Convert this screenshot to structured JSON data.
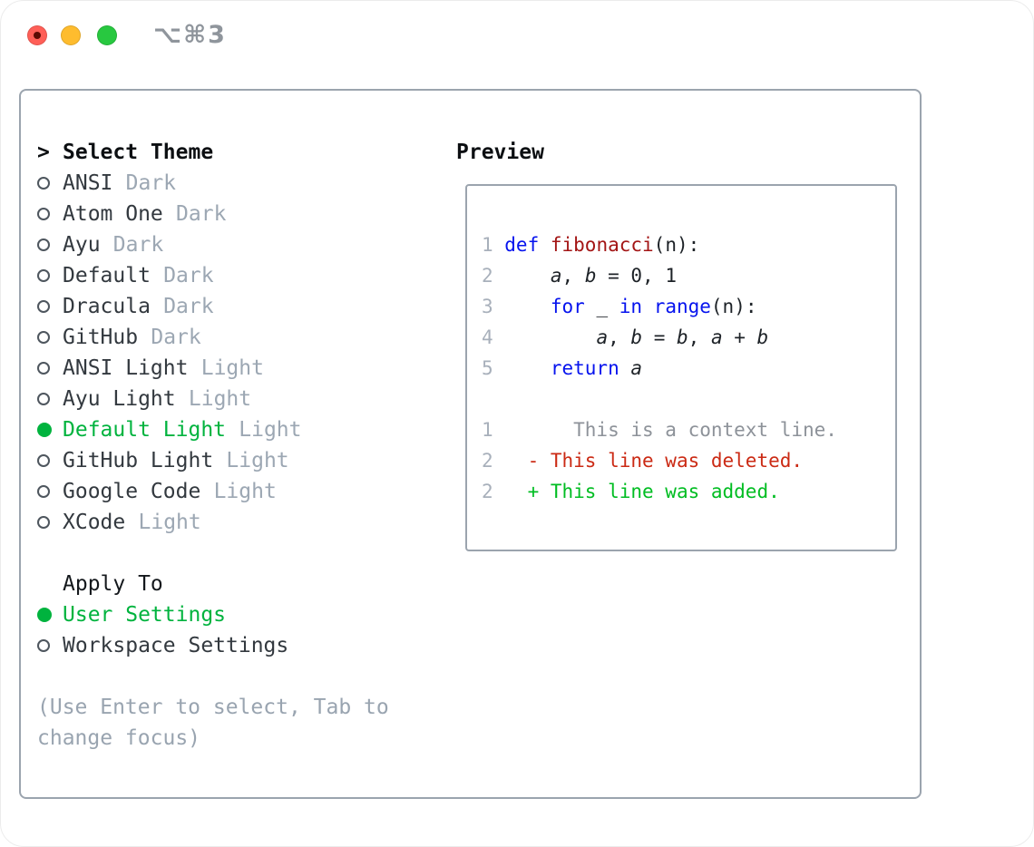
{
  "window": {
    "title": "⌥⌘3",
    "traffic_lights": [
      "close",
      "minimize",
      "zoom"
    ]
  },
  "colors": {
    "selection_green": "#00b33e",
    "keyword_blue": "#0613ee",
    "function_red": "#a31515",
    "diff_deleted_red": "#cb2a14",
    "diff_added_green": "#00bd22",
    "context_gray": "#8d9299",
    "line_number_gray": "#a8b0bb",
    "muted_gray": "#9ca7b3",
    "panel_border": "#9ba4ae"
  },
  "theme_list": {
    "header_prefix": ">",
    "header": "Select Theme",
    "items": [
      {
        "name": "ANSI",
        "variant": "Dark",
        "selected": false
      },
      {
        "name": "Atom One",
        "variant": "Dark",
        "selected": false
      },
      {
        "name": "Ayu",
        "variant": "Dark",
        "selected": false
      },
      {
        "name": "Default",
        "variant": "Dark",
        "selected": false
      },
      {
        "name": "Dracula",
        "variant": "Dark",
        "selected": false
      },
      {
        "name": "GitHub",
        "variant": "Dark",
        "selected": false
      },
      {
        "name": "ANSI Light",
        "variant": "Light",
        "selected": false
      },
      {
        "name": "Ayu Light",
        "variant": "Light",
        "selected": false
      },
      {
        "name": "Default Light",
        "variant": "Light",
        "selected": true
      },
      {
        "name": "GitHub Light",
        "variant": "Light",
        "selected": false
      },
      {
        "name": "Google Code",
        "variant": "Light",
        "selected": false
      },
      {
        "name": "XCode",
        "variant": "Light",
        "selected": false
      }
    ]
  },
  "apply_to": {
    "header": "Apply To",
    "options": [
      {
        "label": "User Settings",
        "selected": true
      },
      {
        "label": "Workspace Settings",
        "selected": false
      }
    ]
  },
  "help_text": "(Use Enter to select, Tab to change focus)",
  "preview": {
    "header": "Preview",
    "lines": [
      {
        "num": "1",
        "kind": "code",
        "tokens": [
          {
            "text": "def",
            "cls": "kw"
          },
          {
            "text": " "
          },
          {
            "text": "fibonacci",
            "cls": "fn"
          },
          {
            "text": "(n):"
          }
        ]
      },
      {
        "num": "2",
        "kind": "code",
        "tokens": [
          {
            "text": "    "
          },
          {
            "text": "a",
            "cls": "var"
          },
          {
            "text": ", "
          },
          {
            "text": "b",
            "cls": "var"
          },
          {
            "text": " = 0, 1"
          }
        ]
      },
      {
        "num": "3",
        "kind": "code",
        "tokens": [
          {
            "text": "    "
          },
          {
            "text": "for",
            "cls": "kw"
          },
          {
            "text": " _ "
          },
          {
            "text": "in",
            "cls": "kw"
          },
          {
            "text": " "
          },
          {
            "text": "range",
            "cls": "kw"
          },
          {
            "text": "(n):"
          }
        ]
      },
      {
        "num": "4",
        "kind": "code",
        "tokens": [
          {
            "text": "        "
          },
          {
            "text": "a",
            "cls": "var"
          },
          {
            "text": ", "
          },
          {
            "text": "b",
            "cls": "var"
          },
          {
            "text": " = "
          },
          {
            "text": "b",
            "cls": "var"
          },
          {
            "text": ", "
          },
          {
            "text": "a",
            "cls": "var"
          },
          {
            "text": " + "
          },
          {
            "text": "b",
            "cls": "var"
          }
        ]
      },
      {
        "num": "5",
        "kind": "code",
        "tokens": [
          {
            "text": "    "
          },
          {
            "text": "return",
            "cls": "kw"
          },
          {
            "text": " "
          },
          {
            "text": "a",
            "cls": "var"
          }
        ]
      },
      {
        "num": "",
        "kind": "blank",
        "tokens": []
      },
      {
        "num": "1",
        "kind": "diff-context",
        "tokens": [
          {
            "text": "      This is a context line.",
            "cls": "ctx"
          }
        ]
      },
      {
        "num": "2",
        "kind": "diff-deleted",
        "tokens": [
          {
            "text": "  "
          },
          {
            "text": "- This line was deleted.",
            "cls": "del"
          }
        ]
      },
      {
        "num": "2",
        "kind": "diff-added",
        "tokens": [
          {
            "text": "  "
          },
          {
            "text": "+ This line was added.",
            "cls": "add"
          }
        ]
      }
    ]
  }
}
